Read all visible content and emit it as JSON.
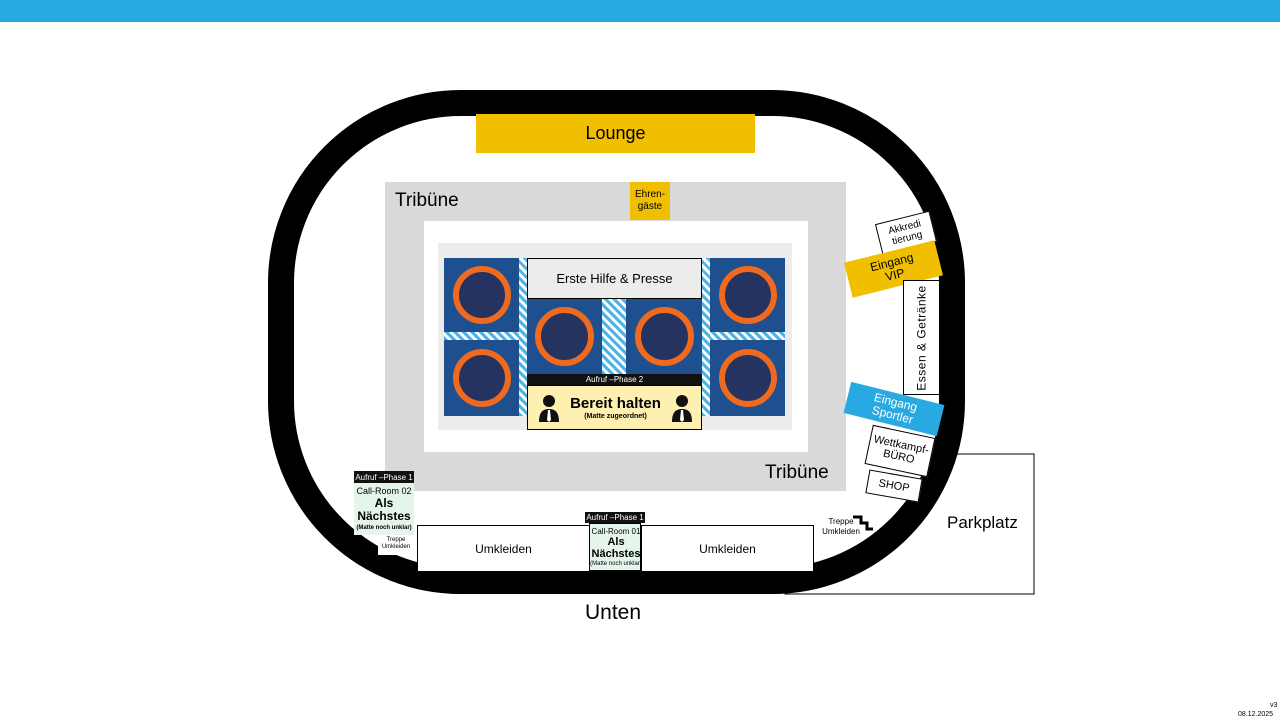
{
  "labels": {
    "lounge": "Lounge",
    "tribune_top": "Tribüne",
    "tribune_bottom": "Tribüne",
    "ehrengaeste": "Ehren-\ngäste",
    "erste_hilfe": "Erste Hilfe & Presse",
    "aufruf_phase2": "Aufruf –Phase 2",
    "bereit_halten": "Bereit halten",
    "matte_zugeordnet": "(Matte zugeordnet)",
    "akkreditierung": "Akkredi\ntierung",
    "eingang_vip": "Eingang\nVIP",
    "essen_getraenke": "Essen & Getränke",
    "eingang_sportler": "Eingang\nSportler",
    "wettkampfbuero": "Wettkampf-\nBÜRO",
    "shop": "SHOP",
    "parkplatz": "Parkplatz",
    "unten": "Unten",
    "umkleiden_left": "Umkleiden",
    "umkleiden_right": "Umkleiden",
    "treppe_right": "Treppe\nUmkleiden",
    "treppe_left": "Treppe\nUmkleiden",
    "version": "v3",
    "date": "08.12.2025"
  },
  "call_room_02": {
    "phase": "Aufruf –Phase 1",
    "title": "Call-Room 02",
    "main": "Als\nNächstes",
    "sub": "(Matte noch unklar)"
  },
  "call_room_01": {
    "phase": "Aufruf –Phase 1",
    "title": "Call-Room 01",
    "main": "Als\nNächstes",
    "sub": "(Matte noch unklar)"
  },
  "colors": {
    "top_bar": "#29a9e1",
    "lounge": "#f0bf00",
    "mat": "#1e4f8e",
    "ring": "#ef6a1f",
    "eingang_sportler": "#29a9e1",
    "eingang_vip": "#f0bf00",
    "bereit_halten_bg": "#fdf0b0",
    "call_room_bg": "#e6f5ec"
  },
  "icons": [
    "person-icon",
    "stairs-icon"
  ]
}
